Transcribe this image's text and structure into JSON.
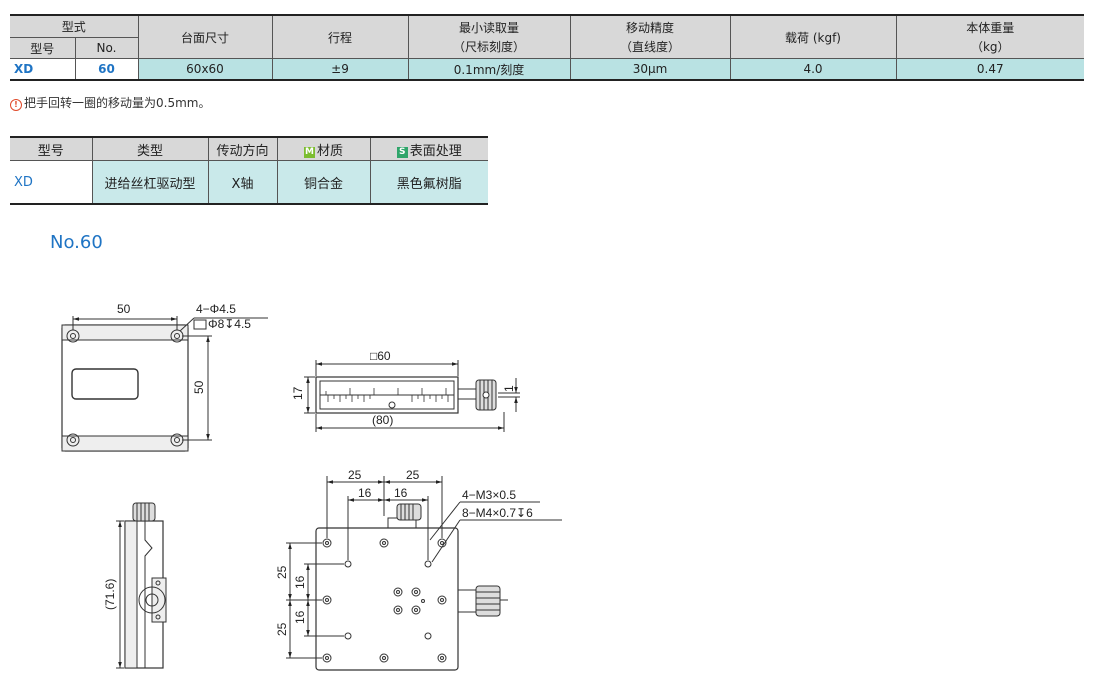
{
  "spec_table": {
    "headers": {
      "form": "型式",
      "model": "型号",
      "no": "No.",
      "table_size": "台面尺寸",
      "stroke": "行程",
      "min_reading": "最小读取量",
      "min_reading_sub": "（尺标刻度）",
      "accuracy": "移动精度",
      "accuracy_sub": "（直线度）",
      "load": "载荷 (kgf)",
      "weight": "本体重量",
      "weight_sub": "（kg）"
    },
    "row": {
      "model": "XD",
      "no": "60",
      "table_size": "60x60",
      "stroke": "±9",
      "min_reading": "0.1mm/刻度",
      "accuracy": "30μm",
      "load": "4.0",
      "weight": "0.47"
    }
  },
  "note": {
    "icon": "!",
    "text": "把手回转一圈的移动量为0.5mm。"
  },
  "type_table": {
    "headers": {
      "model": "型号",
      "type": "类型",
      "direction": "传动方向",
      "material": "材质",
      "surface": "表面处理",
      "badge_m": "M",
      "badge_s": "S"
    },
    "row": {
      "model": "XD",
      "type": "进给丝杠驱动型",
      "direction": "X轴",
      "material": "铜合金",
      "surface": "黑色氟树脂"
    }
  },
  "model_title": "No.60",
  "drawing": {
    "dim_50_top": "50",
    "hole_spec_1": "4−Φ4.5",
    "hole_spec_2": "Φ8↧4.5",
    "dim_50_side": "50",
    "dim_60": "□60",
    "dim_17": "17",
    "dim_1": "1",
    "dim_80": "(80)",
    "dim_71_6": "(71.6)",
    "dim_25_a": "25",
    "dim_25_b": "25",
    "dim_16_a": "16",
    "dim_16_b": "16",
    "tap_1": "4−M3×0.5",
    "tap_2": "8−M4×0.7↧6",
    "dim_25_v1": "25",
    "dim_16_v1": "16",
    "dim_16_v2": "16",
    "dim_25_v2": "25"
  }
}
